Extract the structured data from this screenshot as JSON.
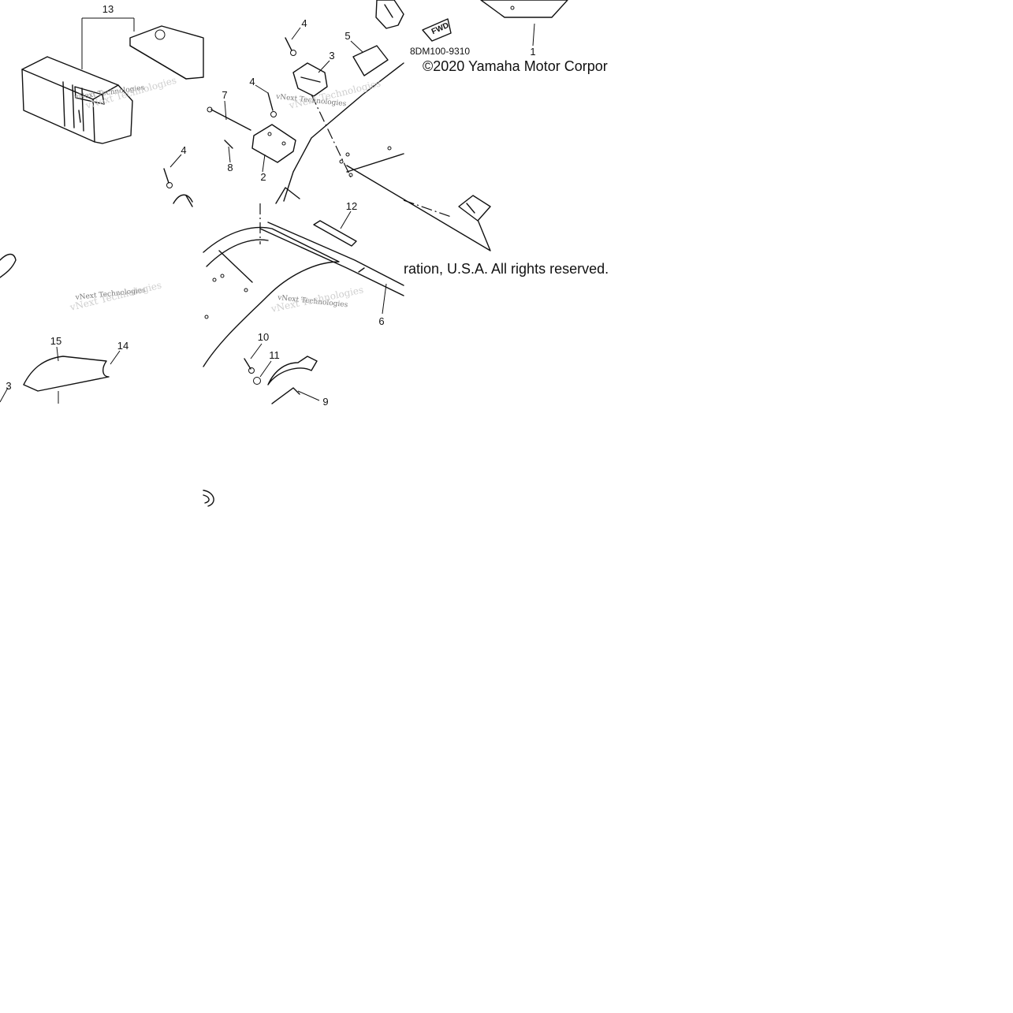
{
  "callouts": {
    "c1": "1",
    "c2": "2",
    "c3": "3",
    "c3b": "3",
    "c4a": "4",
    "c4b": "4",
    "c4c": "4",
    "c5": "5",
    "c6": "6",
    "c7": "7",
    "c8": "8",
    "c9": "9",
    "c10": "10",
    "c11": "11",
    "c12": "12",
    "c13": "13",
    "c14": "14",
    "c15": "15"
  },
  "reference_code": "8DM100-9310",
  "fwd_label": "FWD",
  "copyright": {
    "line1": "©2020 Yamaha Motor Corpor",
    "line2": "ration, U.S.A. All rights reserved."
  },
  "watermark": "vNext Technologies"
}
